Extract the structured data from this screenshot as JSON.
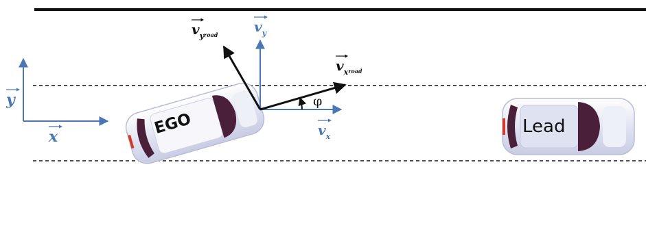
{
  "labels": {
    "y_axis": "y",
    "x_axis": "x",
    "vy_road_main": "v",
    "vy_road_sub": "y",
    "vy_road_subsub": "road",
    "vy_main": "v",
    "vy_sub": "y",
    "vx_road_main": "v",
    "vx_road_sub": "x",
    "vx_road_subsub": "road",
    "vx_main": "v",
    "vx_sub": "x",
    "angle": "φ"
  },
  "vehicles": {
    "ego": "EGO",
    "lead": "Lead"
  },
  "colors": {
    "axis_blue": "#4a78b5",
    "vector_black": "#111111",
    "road_line": "#111111",
    "car_body": "#e8e9f4",
    "car_dark": "#4a1f3a"
  }
}
